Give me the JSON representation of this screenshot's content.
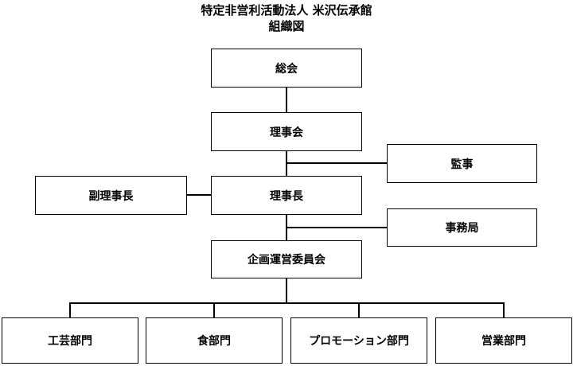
{
  "header": {
    "title": "特定非営利活動法人 米沢伝承館",
    "subtitle": "組織図"
  },
  "nodes": {
    "general_meeting": "総会",
    "board": "理事会",
    "auditor": "監事",
    "vice_chairman": "副理事長",
    "chairman": "理事長",
    "secretariat": "事務局",
    "planning_committee": "企画運営委員会",
    "crafts": "工芸部門",
    "food": "食部門",
    "promotion": "プロモーション部門",
    "sales": "営業部門"
  }
}
